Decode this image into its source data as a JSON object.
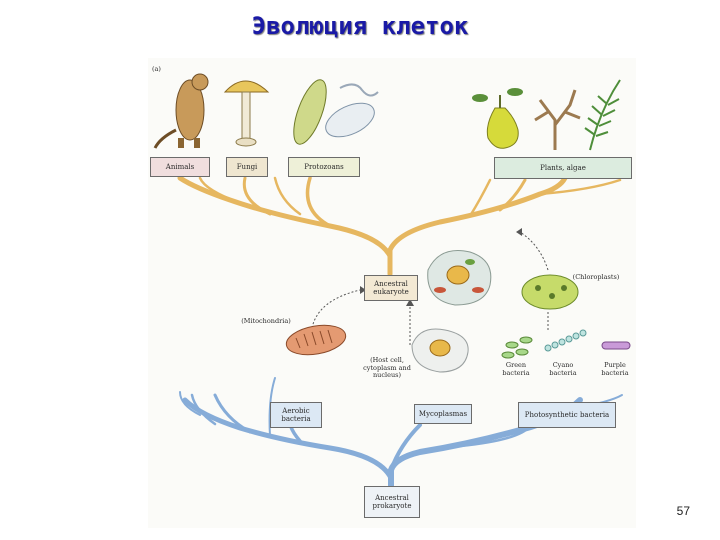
{
  "title": "Эволюция клеток",
  "figure_label": "(a)",
  "page_number": "57",
  "boxes": {
    "animals": "Animals",
    "fungi": "Fungi",
    "protozoans": "Protozoans",
    "plants": "Plants, algae",
    "eukaryote": "Ancestral eukaryote",
    "aerobic": "Aerobic bacteria",
    "mycoplasmas": "Mycoplasmas",
    "photosynthetic": "Photosynthetic bacteria",
    "prokaryote": "Ancestral prokaryote"
  },
  "labels": {
    "mitochondria": "(Mitochondria)",
    "chloroplasts": "(Chloroplasts)",
    "host_cell": "(Host cell, cytoplasm and nucleus)",
    "green_bacteria": "Green bacteria",
    "cyano_bacteria": "Cyano bacteria",
    "purple_bacteria": "Purple bacteria"
  },
  "colors": {
    "title": "#1a1aa6",
    "eukaryote_tree": "#e3b45c",
    "prokaryote_tree": "#7fa8d8",
    "animals_box": "#f0dede",
    "fungi_box": "#efe6d0",
    "protozoa_box": "#eef0d8",
    "plants_box": "#dcecdf",
    "bacteria_box": "#dce8f4"
  }
}
